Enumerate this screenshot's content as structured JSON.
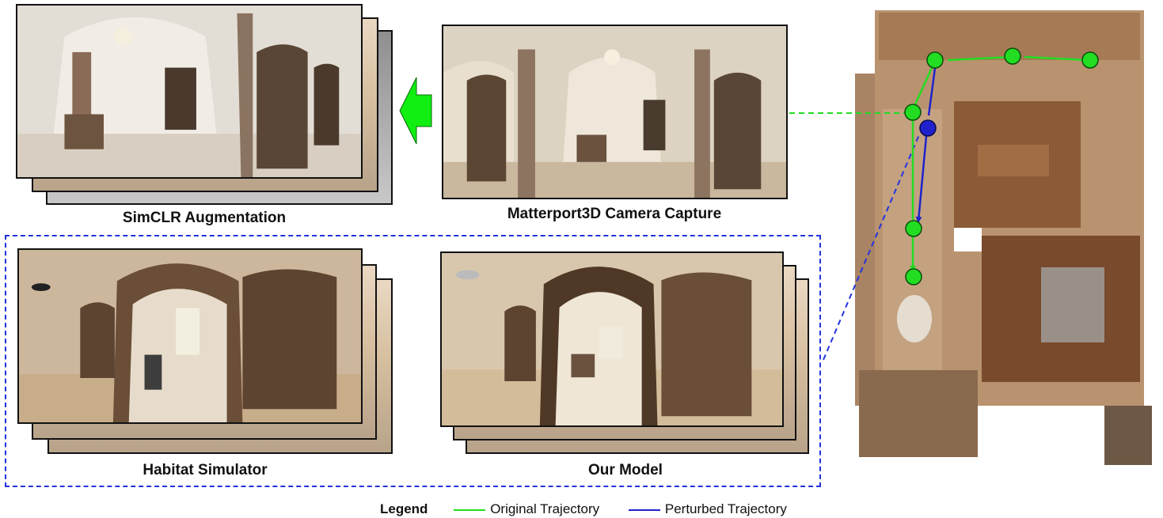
{
  "captions": {
    "simclr": "SimCLR Augmentation",
    "matterport": "Matterport3D Camera Capture",
    "habitat": "Habitat Simulator",
    "our_model": "Our Model"
  },
  "legend": {
    "title": "Legend",
    "original": "Original Trajectory",
    "perturbed": "Perturbed Trajectory"
  },
  "colors": {
    "original": "#22dd22",
    "perturbed": "#1f22cc",
    "dashed_box": "#2233dd",
    "arrow": "#11ee11"
  }
}
